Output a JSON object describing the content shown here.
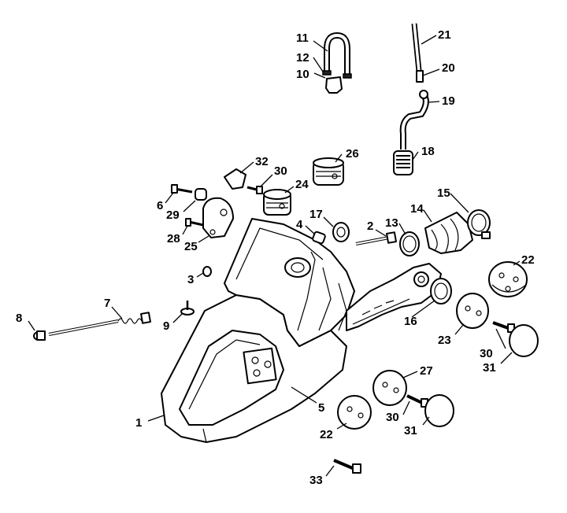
{
  "callouts": [
    {
      "n": "1",
      "label": "1"
    },
    {
      "n": "2",
      "label": "2"
    },
    {
      "n": "3",
      "label": "3"
    },
    {
      "n": "4",
      "label": "4"
    },
    {
      "n": "5",
      "label": "5"
    },
    {
      "n": "6",
      "label": "6"
    },
    {
      "n": "7",
      "label": "7"
    },
    {
      "n": "8",
      "label": "8"
    },
    {
      "n": "9",
      "label": "9"
    },
    {
      "n": "10",
      "label": "10"
    },
    {
      "n": "11",
      "label": "11"
    },
    {
      "n": "12",
      "label": "12"
    },
    {
      "n": "13",
      "label": "13"
    },
    {
      "n": "14",
      "label": "14"
    },
    {
      "n": "15",
      "label": "15"
    },
    {
      "n": "16",
      "label": "16"
    },
    {
      "n": "17",
      "label": "17"
    },
    {
      "n": "18",
      "label": "18"
    },
    {
      "n": "19",
      "label": "19"
    },
    {
      "n": "20",
      "label": "20"
    },
    {
      "n": "21",
      "label": "21"
    },
    {
      "n": "22a",
      "label": "22"
    },
    {
      "n": "22b",
      "label": "22"
    },
    {
      "n": "23",
      "label": "23"
    },
    {
      "n": "24",
      "label": "24"
    },
    {
      "n": "25",
      "label": "25"
    },
    {
      "n": "26",
      "label": "26"
    },
    {
      "n": "27",
      "label": "27"
    },
    {
      "n": "28",
      "label": "28"
    },
    {
      "n": "29",
      "label": "29"
    },
    {
      "n": "30a",
      "label": "30"
    },
    {
      "n": "30b",
      "label": "30"
    },
    {
      "n": "30c",
      "label": "30"
    },
    {
      "n": "31a",
      "label": "31"
    },
    {
      "n": "31b",
      "label": "31"
    },
    {
      "n": "32",
      "label": "32"
    },
    {
      "n": "33",
      "label": "33"
    }
  ]
}
